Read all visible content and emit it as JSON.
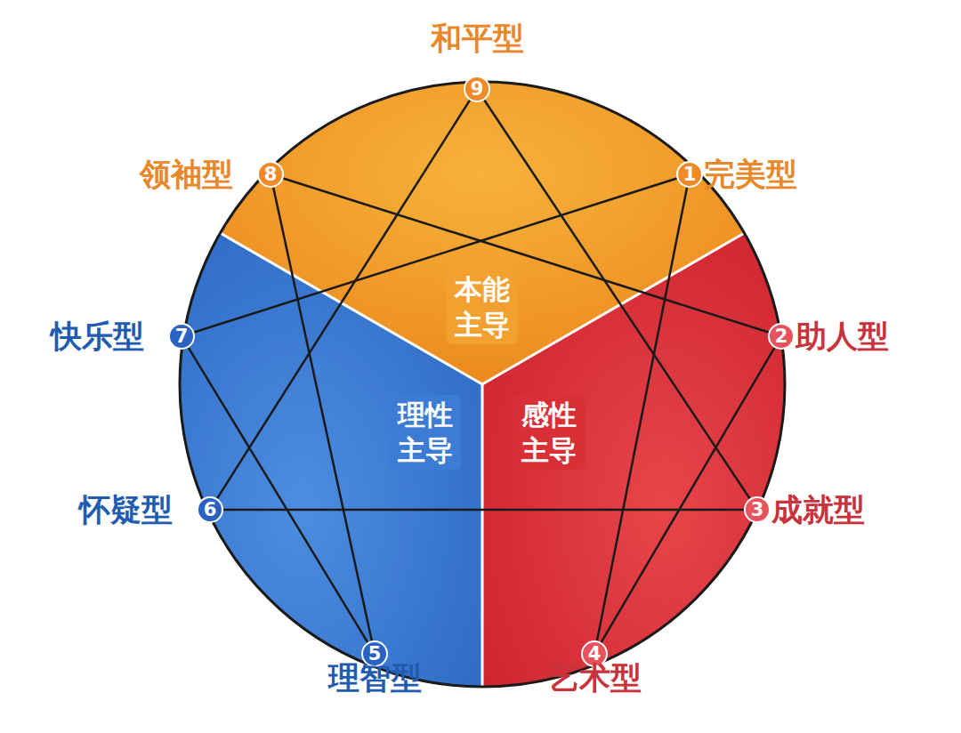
{
  "diagram": {
    "nodes": [
      {
        "text": [
          "9",
          "和平型"
        ]
      },
      {
        "text": [
          "8",
          "领袖型"
        ]
      },
      {
        "text": [
          "1",
          "完美型"
        ]
      },
      {
        "text": [
          "本能 主导"
        ]
      },
      {
        "text": [
          "7",
          "快乐型"
        ]
      },
      {
        "text": [
          "2",
          "助人型"
        ]
      },
      {
        "text": [
          "理性 主导"
        ]
      },
      {
        "text": [
          "感性 主导"
        ]
      },
      {
        "text": [
          "6",
          "怀疑型"
        ]
      },
      {
        "text": [
          "3",
          "成就型"
        ]
      },
      {
        "text": [
          "5",
          "理智型"
        ]
      },
      {
        "text": [
          "4",
          "艺术型"
        ]
      }
    ],
    "edges": [
      {
        "from": 0,
        "to": 9,
        "arrow": "none"
      },
      {
        "from": 9,
        "to": 8,
        "arrow": "none"
      },
      {
        "from": 8,
        "to": 0,
        "arrow": "none"
      },
      {
        "from": 2,
        "to": 11,
        "arrow": "none"
      },
      {
        "from": 11,
        "to": 5,
        "arrow": "none"
      },
      {
        "from": 5,
        "to": 1,
        "arrow": "none"
      },
      {
        "from": 1,
        "to": 10,
        "arrow": "none"
      },
      {
        "from": 10,
        "to": 4,
        "arrow": "none"
      },
      {
        "from": 4,
        "to": 2,
        "arrow": "none"
      }
    ]
  }
}
